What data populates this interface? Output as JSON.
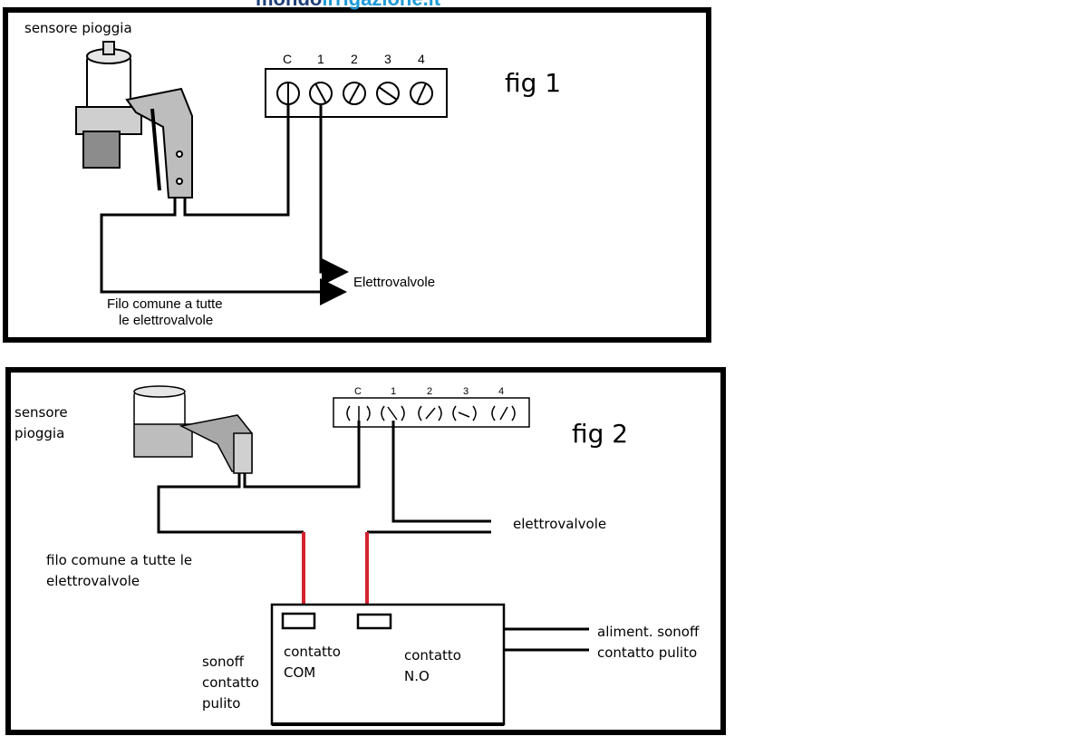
{
  "header": {
    "part1": "mondo",
    "part2": "irrigazione.it"
  },
  "fig1": {
    "title": "fig 1",
    "sensor_label": "sensore pioggia",
    "terminals": [
      "C",
      "1",
      "2",
      "3",
      "4"
    ],
    "arrow_label": "Elettrovalvole",
    "common_wire_line1": "Filo comune a tutte",
    "common_wire_line2": "le elettrovalvole"
  },
  "fig2": {
    "title": "fig 2",
    "sensor_label_line1": "sensore",
    "sensor_label_line2": "pioggia",
    "terminals": [
      "C",
      "1",
      "2",
      "3",
      "4"
    ],
    "valves_label": "elettrovalvole",
    "common_wire_line1": "filo comune a tutte le",
    "common_wire_line2": "elettrovalvole",
    "sonoff_line1": "sonoff",
    "sonoff_line2": "contatto",
    "sonoff_line3": "pulito",
    "com_line1": "contatto",
    "com_line2": "COM",
    "no_line1": "contatto",
    "no_line2": "N.O",
    "power_line1": "aliment. sonoff",
    "power_line2": "contatto pulito"
  },
  "colors": {
    "wire": "#000000",
    "relay_wire": "#d3232f",
    "header_dark": "#1f3f7a",
    "header_light": "#1e9bd7"
  }
}
